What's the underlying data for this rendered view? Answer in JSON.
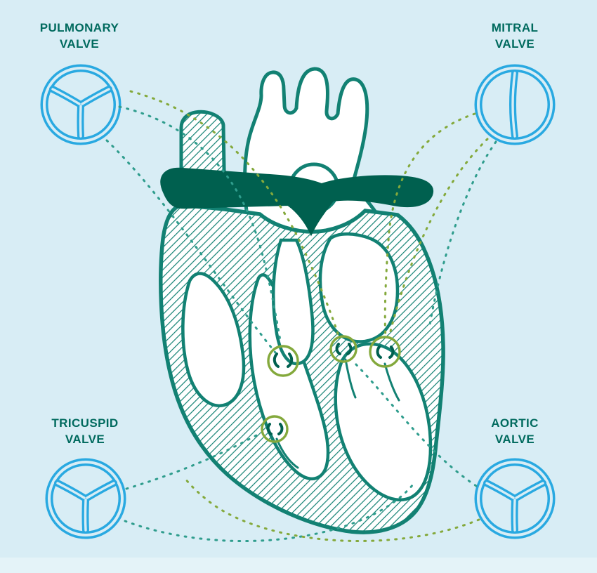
{
  "diagram": {
    "subject": "heart-valves",
    "valves": [
      {
        "id": "pulmonary",
        "line1": "PULMONARY",
        "line2": "VALVE",
        "leaflets": 3,
        "position": "top-left"
      },
      {
        "id": "mitral",
        "line1": "MITRAL",
        "line2": "VALVE",
        "leaflets": 2,
        "position": "top-right"
      },
      {
        "id": "tricuspid",
        "line1": "TRICUSPID",
        "line2": "VALVE",
        "leaflets": 3,
        "position": "bottom-left"
      },
      {
        "id": "aortic",
        "line1": "AORTIC",
        "line2": "VALVE",
        "leaflets": 3,
        "position": "bottom-right"
      }
    ],
    "icons": [
      "pulmonary-valve-icon",
      "mitral-valve-icon",
      "tricuspid-valve-icon",
      "aortic-valve-icon",
      "heart-illustration"
    ],
    "colors": {
      "background": "#d8edf5",
      "footer_band": "#e4f3f8",
      "label_text": "#006a5e",
      "valve_icon_blue": "#29a9e1",
      "heart_outline_teal": "#128173",
      "heart_solid_dark_teal": "#00604f",
      "connector_teal": "#2f9d8d",
      "connector_olive": "#84a93c"
    }
  }
}
